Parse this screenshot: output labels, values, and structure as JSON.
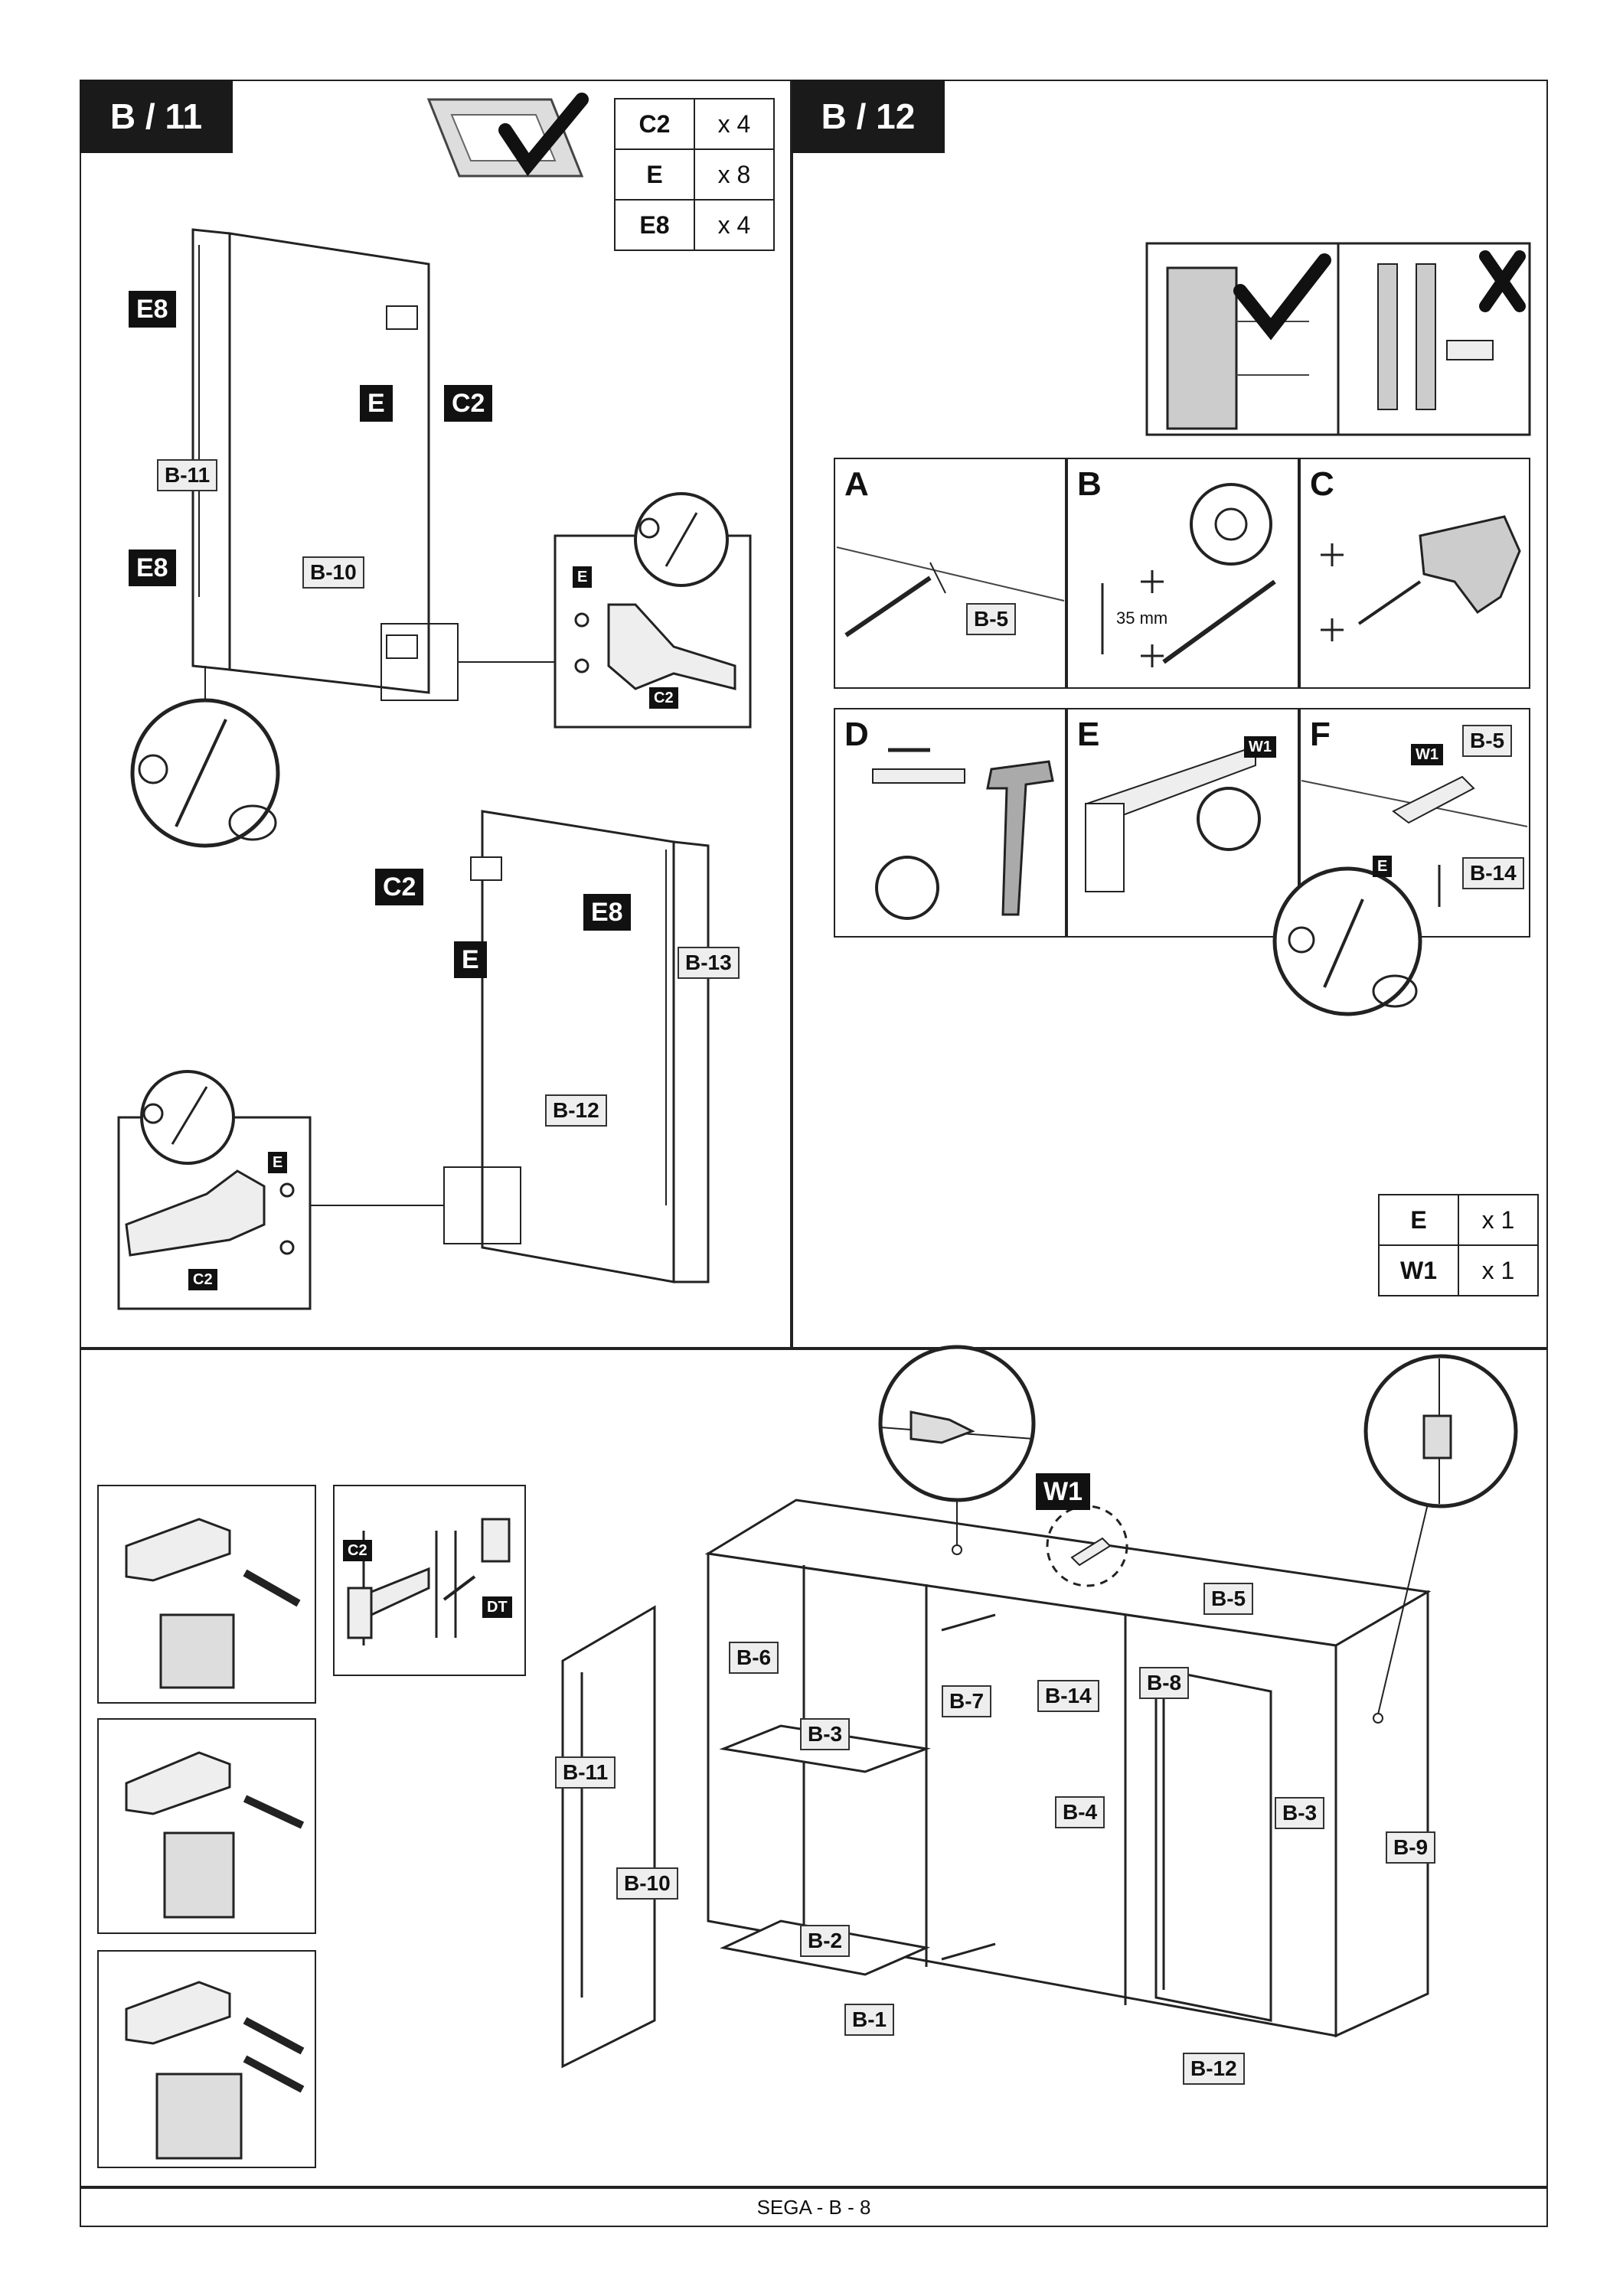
{
  "steps": {
    "b11": {
      "badge": "B / 11"
    },
    "b12": {
      "badge": "B / 12"
    }
  },
  "b11_parts": [
    {
      "code": "C2",
      "qty": "x 4"
    },
    {
      "code": "E",
      "qty": "x 8"
    },
    {
      "code": "E8",
      "qty": "x 4"
    }
  ],
  "b12_parts": [
    {
      "code": "E",
      "qty": "x 1"
    },
    {
      "code": "W1",
      "qty": "x 1"
    }
  ],
  "b11_labels": {
    "e8_top": "E8",
    "e8_mid": "E8",
    "e8_low": "E8",
    "e_top": "E",
    "c2_top": "C2",
    "c2_low": "C2",
    "e_low": "E",
    "b11": "B-11",
    "b10": "B-10",
    "b12": "B-12",
    "b13": "B-13",
    "detail1_e": "E",
    "detail1_c2": "C2",
    "detail2_e": "E",
    "detail2_c2": "C2"
  },
  "b12_subs": {
    "a": {
      "letter": "A",
      "part": "B-5"
    },
    "b": {
      "letter": "B",
      "measure": "35 mm"
    },
    "c": {
      "letter": "C"
    },
    "d": {
      "letter": "D"
    },
    "e": {
      "letter": "E",
      "w1": "W1"
    },
    "f": {
      "letter": "F",
      "w1": "W1",
      "b5": "B-5",
      "e": "E",
      "b14": "B-14"
    }
  },
  "hinge_inset": {
    "c2": "C2",
    "dt": "DT"
  },
  "cabinet_labels": {
    "w1": "W1",
    "b5": "B-5",
    "b6": "B-6",
    "b3_left": "B-3",
    "b7": "B-7",
    "b14": "B-14",
    "b8": "B-8",
    "b11": "B-11",
    "b4": "B-4",
    "b3_right": "B-3",
    "b9": "B-9",
    "b10": "B-10",
    "b2": "B-2",
    "b1": "B-1",
    "b12": "B-12"
  },
  "footer": {
    "text": "SEGA - B - 8"
  }
}
